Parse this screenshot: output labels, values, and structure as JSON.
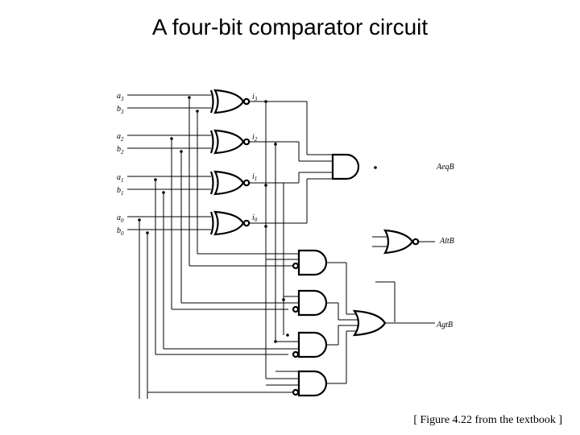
{
  "title": "A four-bit comparator circuit",
  "caption": "[ Figure 4.22 from the textbook ]",
  "diagram": {
    "inputs": [
      {
        "a": "a",
        "a_sub": "3",
        "b": "b",
        "b_sub": "3"
      },
      {
        "a": "a",
        "a_sub": "2",
        "b": "b",
        "b_sub": "2"
      },
      {
        "a": "a",
        "a_sub": "1",
        "b": "b",
        "b_sub": "1"
      },
      {
        "a": "a",
        "a_sub": "0",
        "b": "b",
        "b_sub": "0"
      }
    ],
    "intermediates": [
      {
        "name": "i",
        "sub": "3"
      },
      {
        "name": "i",
        "sub": "2"
      },
      {
        "name": "i",
        "sub": "1"
      },
      {
        "name": "i",
        "sub": "0"
      }
    ],
    "outputs": {
      "eq": "AeqB",
      "lt": "AltB",
      "gt": "AgtB"
    }
  }
}
